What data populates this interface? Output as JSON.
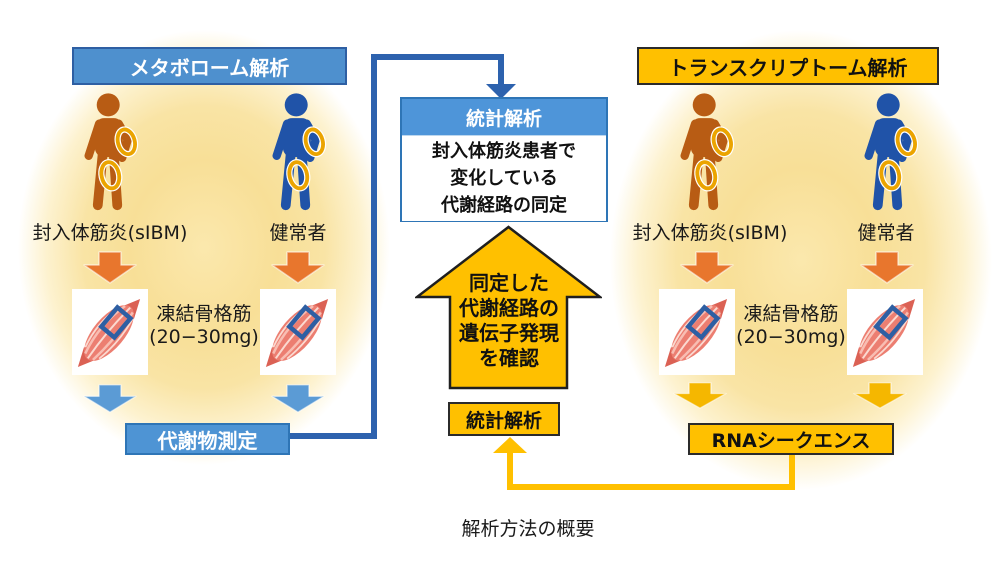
{
  "diagram": {
    "caption": "解析方法の概要",
    "metabolome": {
      "header": "メタボローム解析",
      "patient_label": "封入体筋炎(sIBM)",
      "healthy_label": "健常者",
      "sample_line1": "凍結骨格筋",
      "sample_line2": "(20−30mg)",
      "output_box": "代謝物測定"
    },
    "transcriptome": {
      "header": "トランスクリプトーム解析",
      "patient_label": "封入体筋炎(sIBM)",
      "healthy_label": "健常者",
      "sample_line1": "凍結骨格筋",
      "sample_line2": "(20−30mg)",
      "output_box": "RNAシークエンス"
    },
    "center": {
      "stats_header": "統計解析",
      "result_line1": "封入体筋炎患者で",
      "result_line2": "変化している",
      "result_line3": "代謝経路の同定",
      "bigarrow_line1": "同定した",
      "bigarrow_line2": "代謝経路の",
      "bigarrow_line3": "遺伝子発現",
      "bigarrow_line4": "を確認",
      "stats_box2": "統計解析"
    },
    "colors": {
      "blue_header": "#4E90CE",
      "blue_box": "#4E94D4",
      "blue_line": "#2D62AE",
      "blue_arrow": "#5B9BD5",
      "gold": "#FFC000",
      "orange_arrow": "#E8762D",
      "person_orange": "#B85C14",
      "person_blue": "#2053A8"
    }
  }
}
